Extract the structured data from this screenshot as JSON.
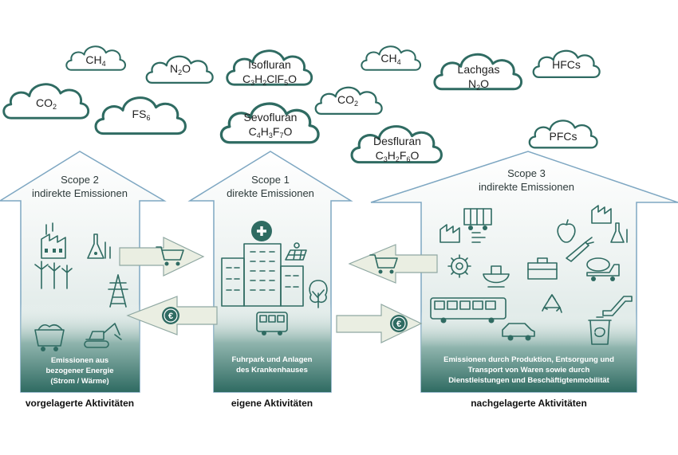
{
  "colors": {
    "cloud_stroke": "#2f6b62",
    "house_stroke": "#7ea7c2",
    "gradient_top": "#ffffff",
    "gradient_bottom": "#2f6b62",
    "arrow_fill": "#eaeee2"
  },
  "clouds": [
    {
      "base": "CH",
      "sub": "4",
      "tail": ""
    },
    {
      "base": "N",
      "sub": "2",
      "tail": "O"
    },
    {
      "line1": "Isofluran",
      "formula": [
        [
          "C",
          "3"
        ],
        [
          "H",
          "2"
        ],
        [
          "ClF",
          "5"
        ],
        [
          "O",
          ""
        ]
      ]
    },
    {
      "base": "CH",
      "sub": "4",
      "tail": ""
    },
    {
      "line1": "Lachgas",
      "base": "N",
      "sub": "2",
      "tail": "O"
    },
    {
      "base": "HFCs",
      "sub": "",
      "tail": ""
    },
    {
      "base": "CO",
      "sub": "2",
      "tail": ""
    },
    {
      "base": "FS",
      "sub": "6",
      "tail": ""
    },
    {
      "line1": "Sevofluran",
      "formula": [
        [
          "C",
          "4"
        ],
        [
          "H",
          "3"
        ],
        [
          "F",
          "7"
        ],
        [
          "O",
          ""
        ]
      ]
    },
    {
      "base": "CO",
      "sub": "2",
      "tail": ""
    },
    {
      "line1": "Desfluran",
      "formula": [
        [
          "C",
          "3"
        ],
        [
          "H",
          "2"
        ],
        [
          "F",
          "6"
        ],
        [
          "O",
          ""
        ]
      ]
    },
    {
      "base": "PFCs",
      "sub": "",
      "tail": ""
    }
  ],
  "scopes": {
    "scope2": {
      "title": "Scope 2",
      "subtitle": "indirekte Emissionen",
      "box_lines": [
        "Emissionen aus",
        "bezogener Energie",
        "(Strom / Wärme)"
      ],
      "activity": "vorgelagerte Aktivitäten"
    },
    "scope1": {
      "title": "Scope 1",
      "subtitle": "direkte Emissionen",
      "box_lines": [
        "Fuhrpark und Anlagen",
        "des Krankenhauses"
      ],
      "activity": "eigene Aktivitäten"
    },
    "scope3": {
      "title": "Scope 3",
      "subtitle": "indirekte Emissionen",
      "box_lines": [
        "Emissionen durch Produktion, Entsorgung und",
        "Transport von Waren sowie durch",
        "Dienstleistungen und Beschäftigtenmobilität"
      ],
      "activity": "nachgelagerte Aktivitäten"
    }
  },
  "icons": {
    "scope2": [
      "factory-icon",
      "lab-flask-icon",
      "wind-turbine-icon",
      "power-pylon-icon",
      "coal-mine-cart-icon",
      "excavator-icon"
    ],
    "scope1": [
      "hospital-building-icon",
      "solar-panel-icon",
      "tree-icon",
      "bus-icon"
    ],
    "scope3": [
      "freight-wagon-icon",
      "factory-icon",
      "apple-icon",
      "carrot-icon",
      "lab-flask-icon",
      "gear-icon",
      "food-bowl-icon",
      "toolbox-icon",
      "cement-truck-icon",
      "bus-icon",
      "recycling-icon",
      "escalator-icon",
      "car-icon",
      "recycle-bin-icon"
    ],
    "arrows": [
      "shopping-cart-icon",
      "euro-coin-icon"
    ]
  }
}
